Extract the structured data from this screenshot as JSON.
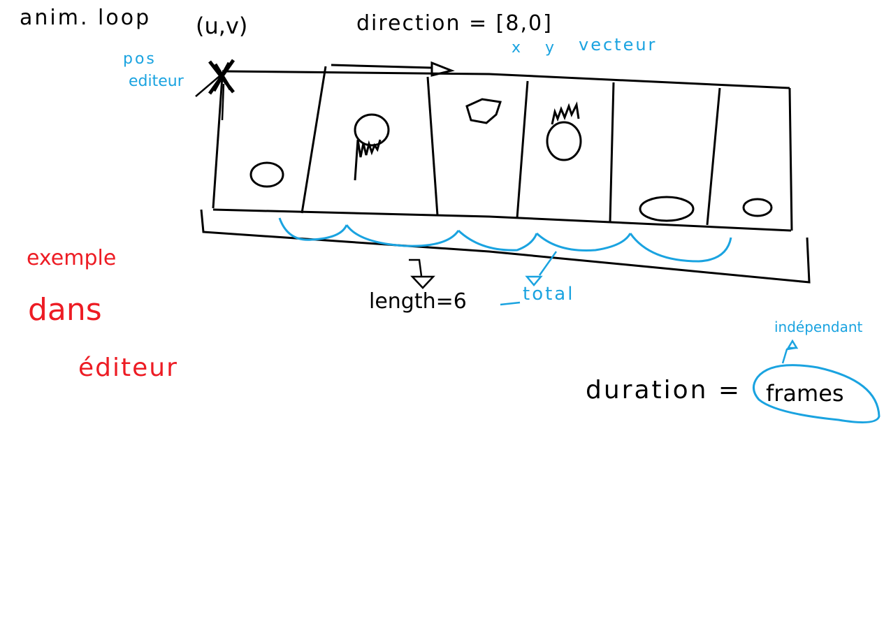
{
  "labels": {
    "anim_loop": "anim. loop",
    "uv": "(u,v)",
    "direction": "direction = [8,0]",
    "x_axis": "x",
    "y_axis": "y",
    "vecteur": "vecteur",
    "pos": "pos",
    "editeur": "editeur",
    "length": "length=6",
    "total": "total",
    "exemple": "exemple",
    "dans": "dans",
    "editeur_red": "éditeur",
    "duration": "duration =",
    "frames": "frames",
    "independant": "indépendant"
  },
  "colors": {
    "ink": "#000000",
    "annotation": "#1aa3e0",
    "note": "#ed1c24"
  }
}
